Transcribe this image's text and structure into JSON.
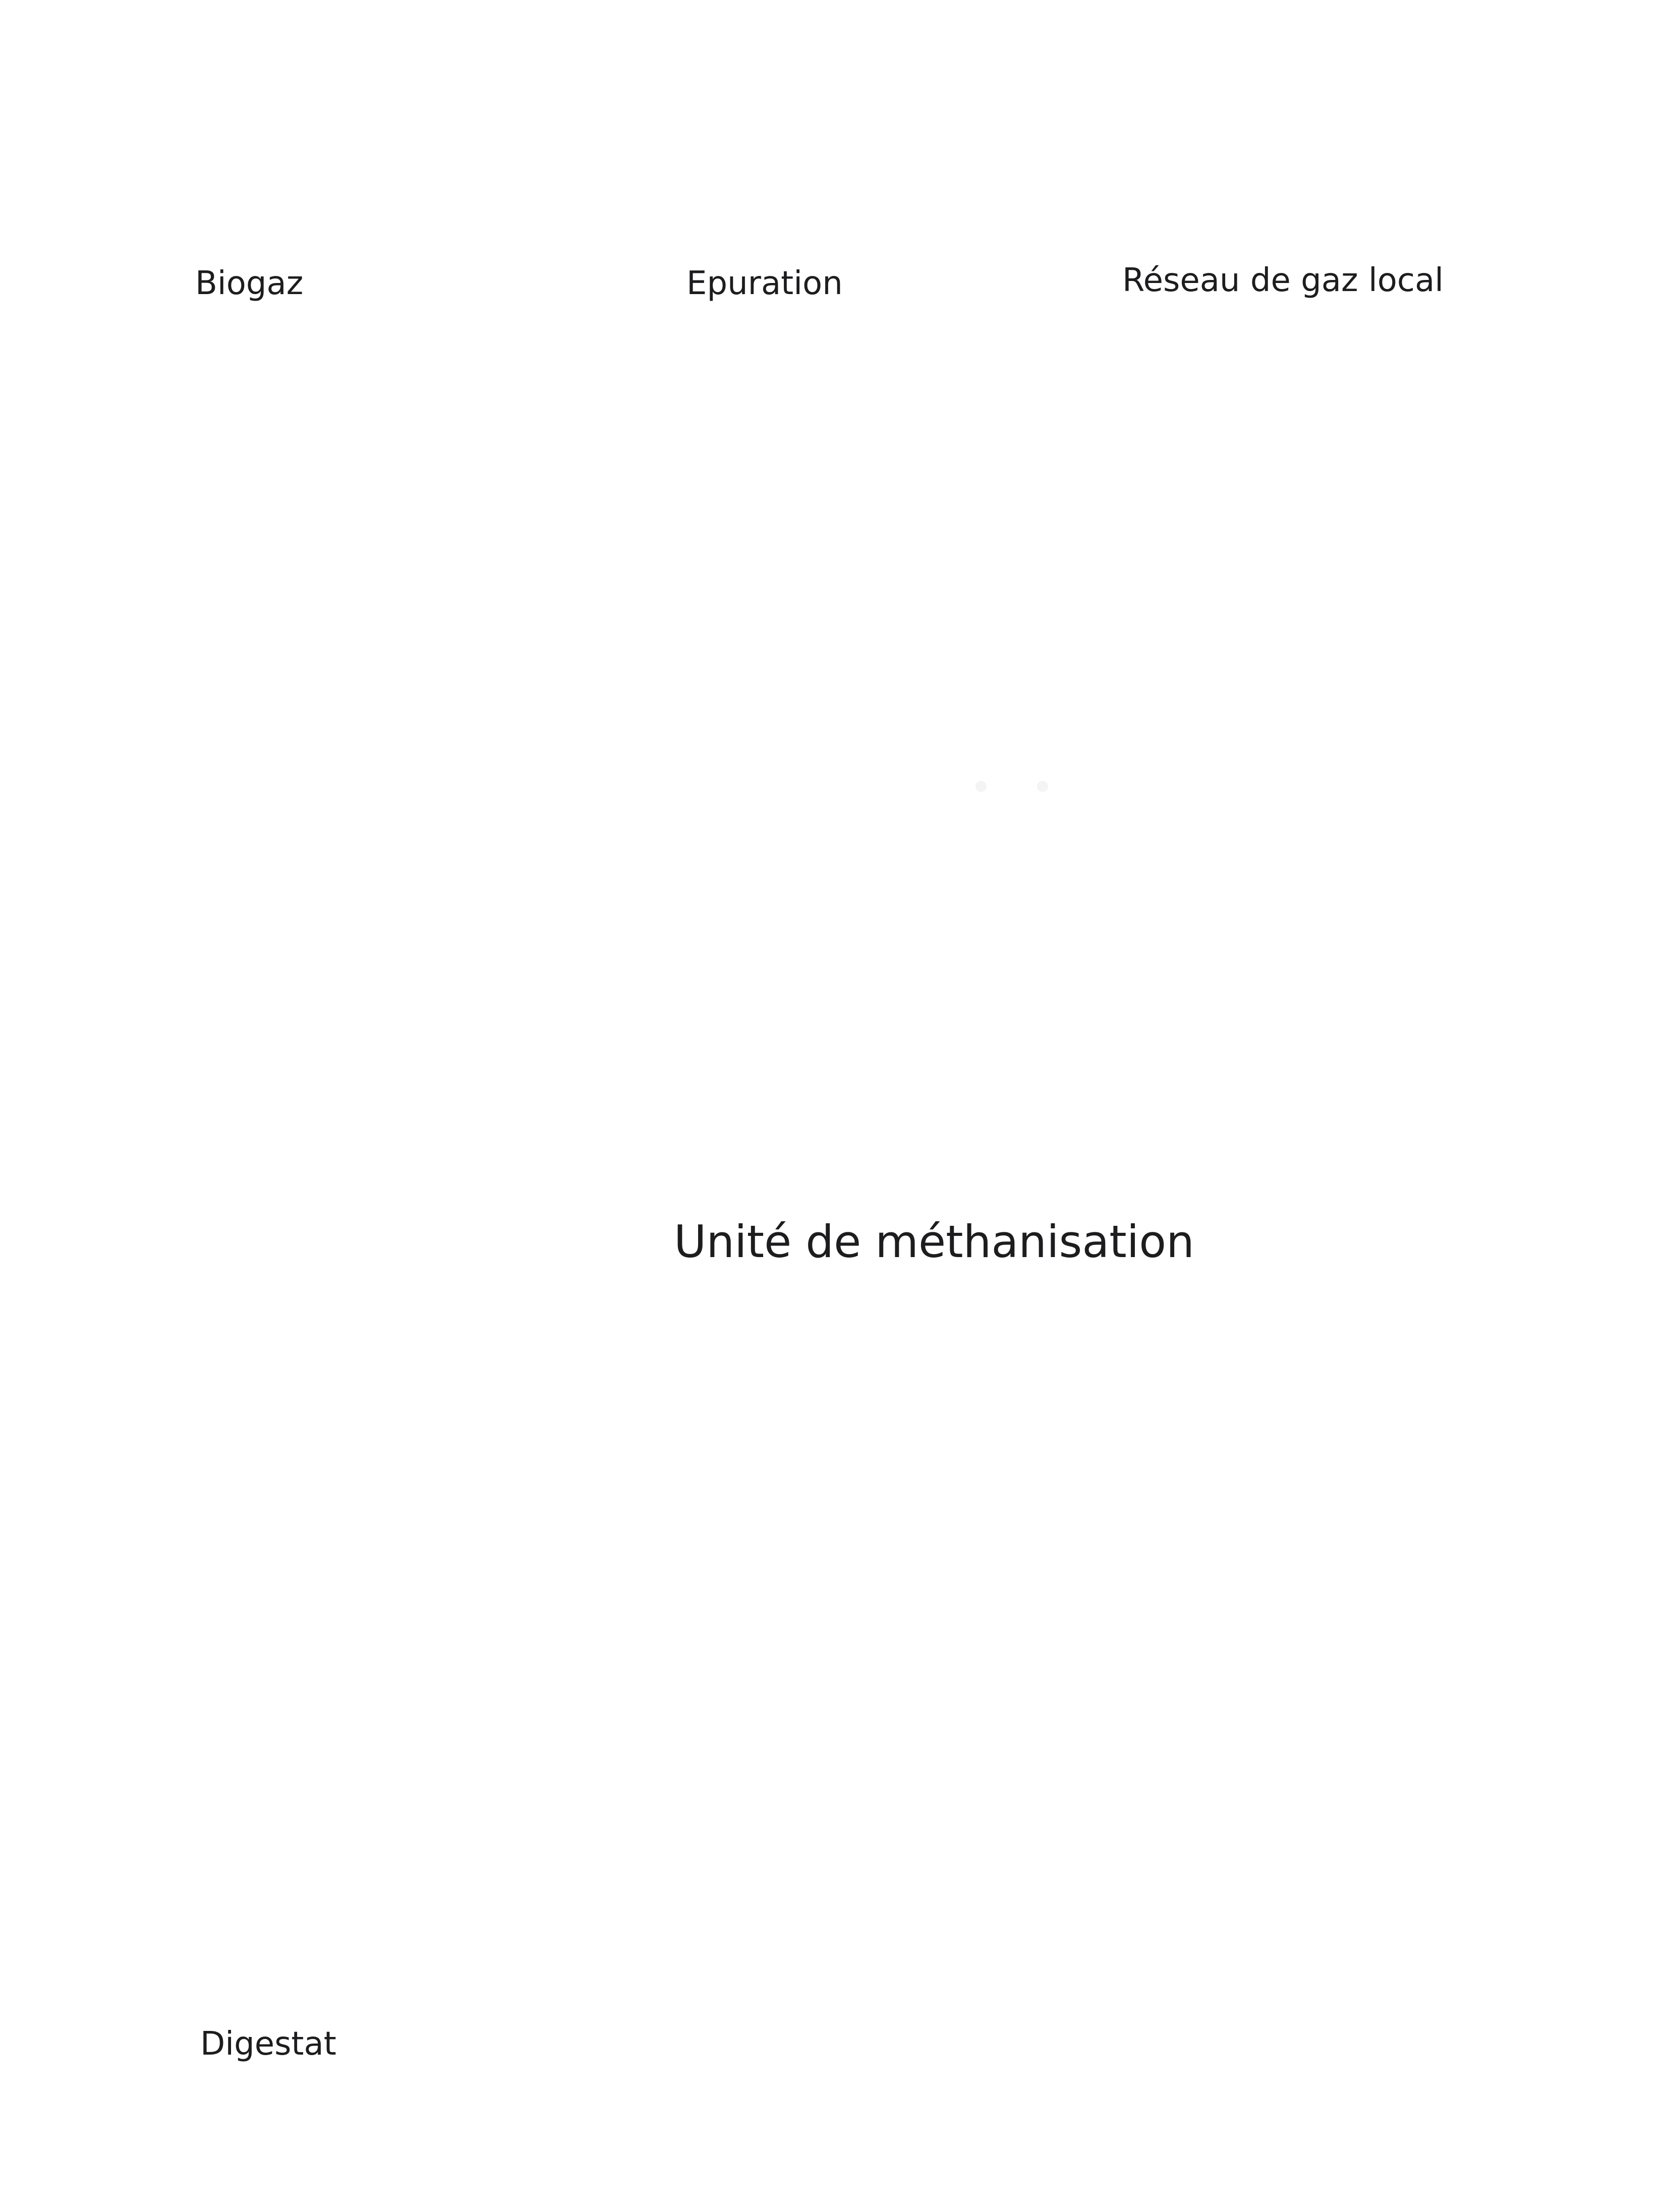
{
  "diagram": {
    "labels": {
      "biogaz": "Biogaz",
      "epuration": "Epuration",
      "reseau": "Réseau de gaz local",
      "unite": "Unité de méthanisation",
      "digestat": "Digestat"
    }
  }
}
